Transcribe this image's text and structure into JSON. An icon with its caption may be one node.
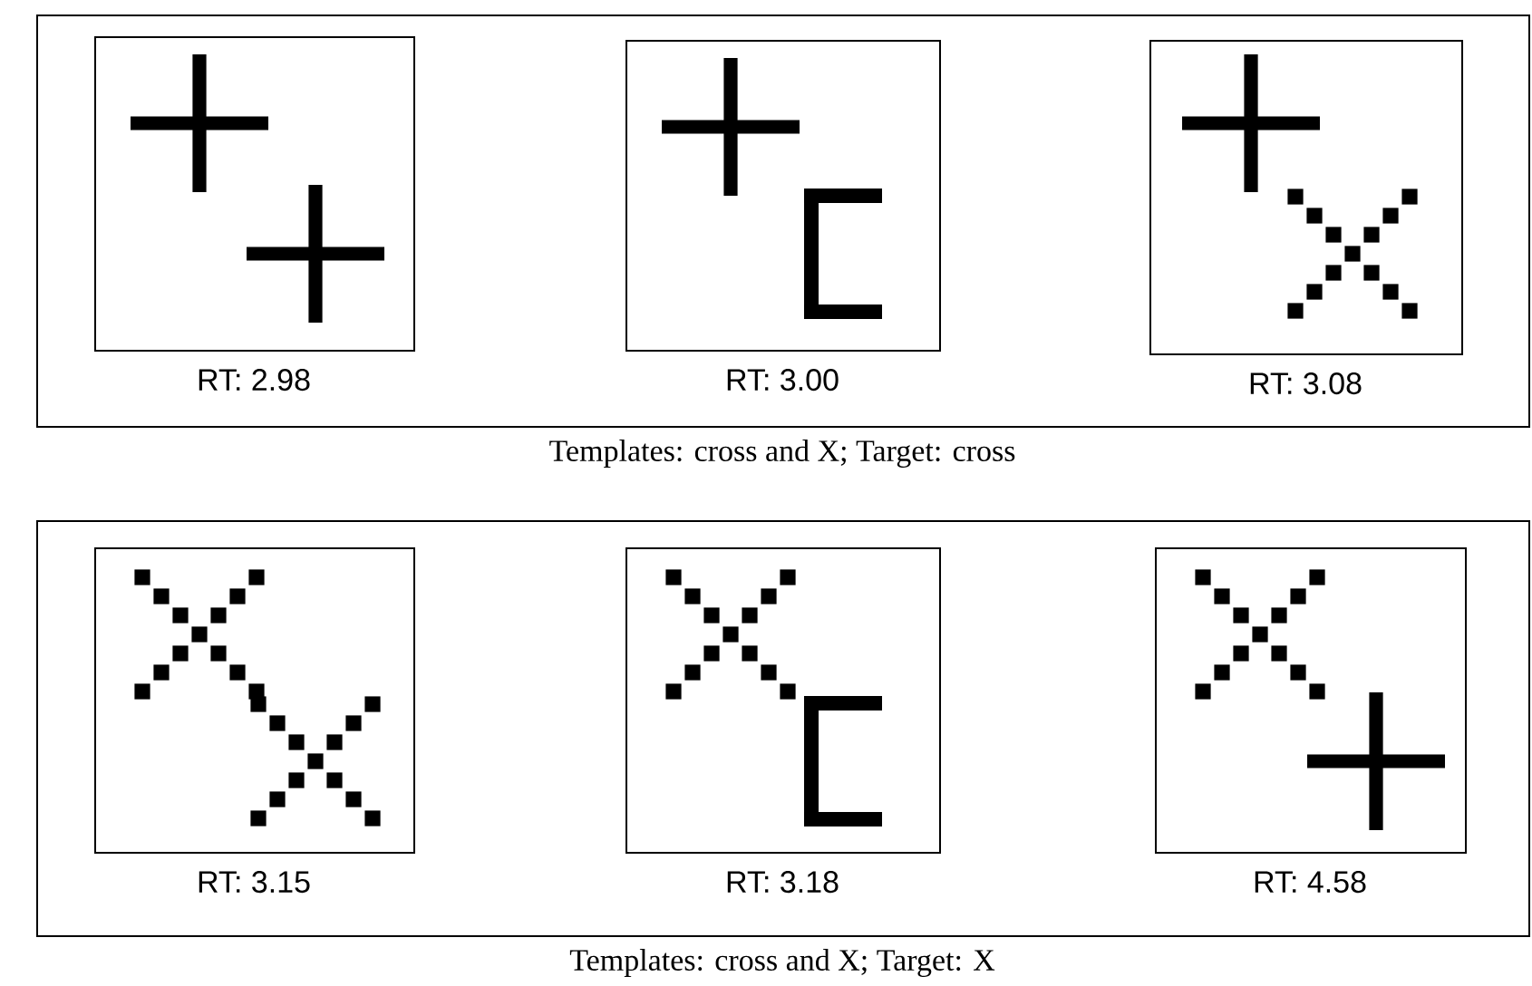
{
  "diagram": {
    "nodes": [
      {
        "text": [
          "Templates: cross and X; Target: cross"
        ]
      },
      {
        "text": [],
        "shape": "box",
        "in": 0,
        "beside": [
          "RT: 2.98"
        ]
      },
      {
        "text": [],
        "shape": "box",
        "in": 0,
        "beside": [
          "RT: 3.00"
        ]
      },
      {
        "text": [],
        "shape": "box",
        "in": 0,
        "beside": [
          "RT: 3.08"
        ]
      },
      {
        "text": [
          "Templates: cross and X; Target: X"
        ]
      },
      {
        "text": [],
        "shape": "box",
        "in": 4,
        "beside": [
          "RT: 3.15"
        ]
      },
      {
        "text": [],
        "shape": "box",
        "in": 4,
        "beside": [
          "RT: 3.18"
        ]
      },
      {
        "text": [],
        "shape": "box",
        "in": 4,
        "beside": [
          "RT: 4.58"
        ]
      }
    ]
  }
}
